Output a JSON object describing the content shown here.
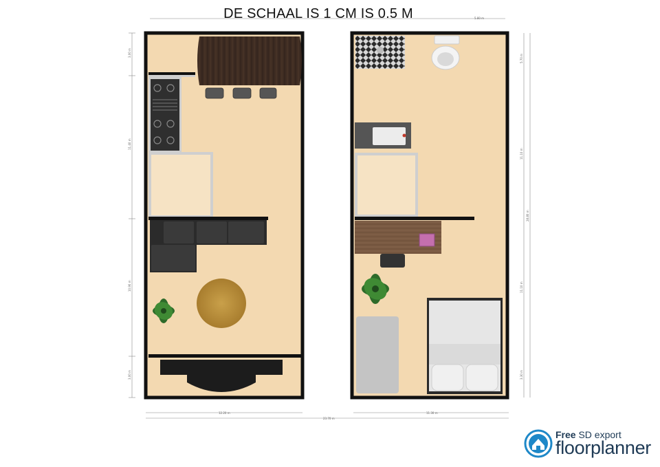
{
  "title": "DE SCHAAL IS 1 CM IS 0.5 M",
  "dimensions": {
    "left_width": "12.20 m",
    "right_width": "11.30 m",
    "total_width": "23.70 m",
    "top_right": "5.80 m",
    "left_v1": "3.00 m",
    "left_v2": "11.40 m",
    "left_v3": "10.90 m",
    "left_v4": "3.00 m",
    "right_v1": "5.70 m",
    "right_v2": "11.10 m",
    "right_v3": "11.10 m",
    "right_v4": "3.30 m",
    "right_total": "28.80 m"
  },
  "logo": {
    "line1_bold": "Free",
    "line1_rest": " SD export",
    "line2": "floorplanner"
  },
  "colors": {
    "floor": "#f3d9b1",
    "wall": "#111111",
    "brand": "#1e88c8"
  }
}
